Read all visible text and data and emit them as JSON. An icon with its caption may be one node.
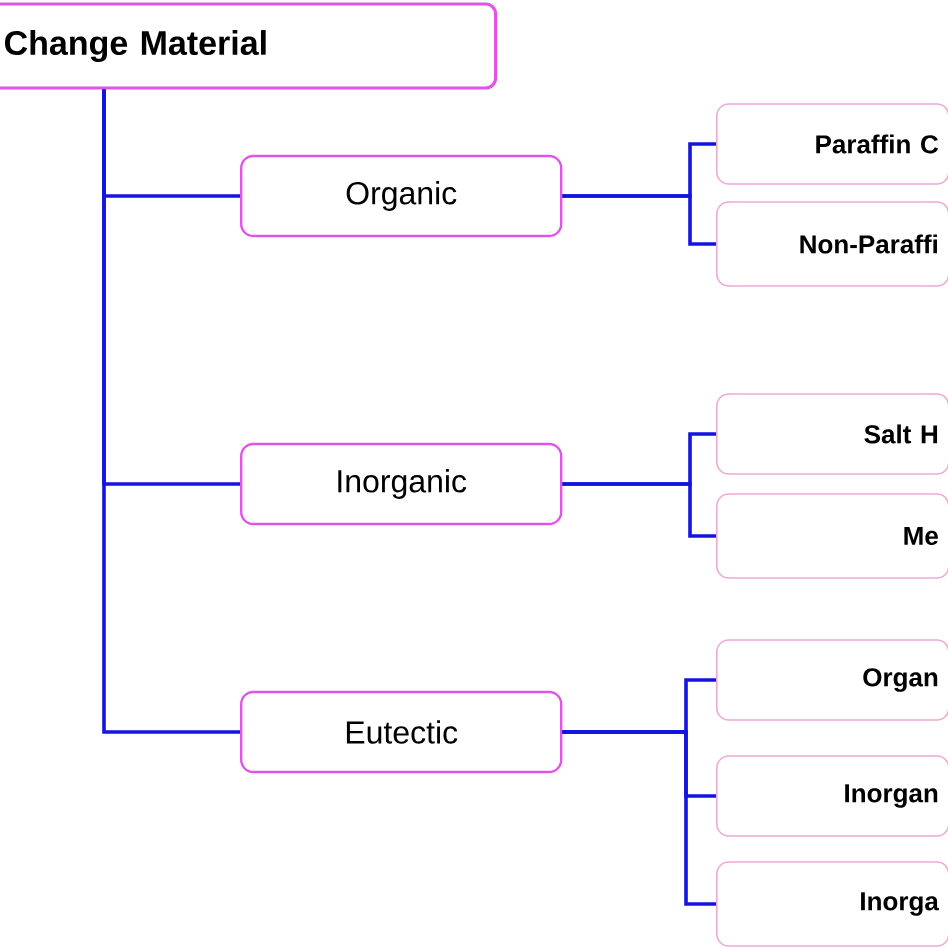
{
  "diagram": {
    "nodes": [
      {
        "text": [
          "Change Material"
        ]
      },
      {
        "text": [
          "Organic"
        ]
      },
      {
        "text": [
          "Inorganic"
        ]
      },
      {
        "text": [
          "Eutectic"
        ]
      },
      {
        "text": [
          "Paraffin C"
        ]
      },
      {
        "text": [
          "Non-Paraffi"
        ]
      },
      {
        "text": [
          "Salt H"
        ]
      },
      {
        "text": [
          "Me"
        ]
      },
      {
        "text": [
          "Organ"
        ]
      },
      {
        "text": [
          "Inorgan"
        ]
      },
      {
        "text": [
          "Inorga"
        ]
      }
    ],
    "edges": [
      {
        "from": 0,
        "to": 1,
        "arrow": "none"
      },
      {
        "from": 0,
        "to": 2,
        "arrow": "none"
      },
      {
        "from": 0,
        "to": 3,
        "arrow": "none"
      },
      {
        "from": 1,
        "to": 4,
        "arrow": "none"
      },
      {
        "from": 1,
        "to": 5,
        "arrow": "none"
      },
      {
        "from": 2,
        "to": 6,
        "arrow": "none"
      },
      {
        "from": 2,
        "to": 7,
        "arrow": "none"
      },
      {
        "from": 3,
        "to": 8,
        "arrow": "none"
      },
      {
        "from": 3,
        "to": 9,
        "arrow": "none"
      },
      {
        "from": 3,
        "to": 10,
        "arrow": "none"
      }
    ]
  }
}
